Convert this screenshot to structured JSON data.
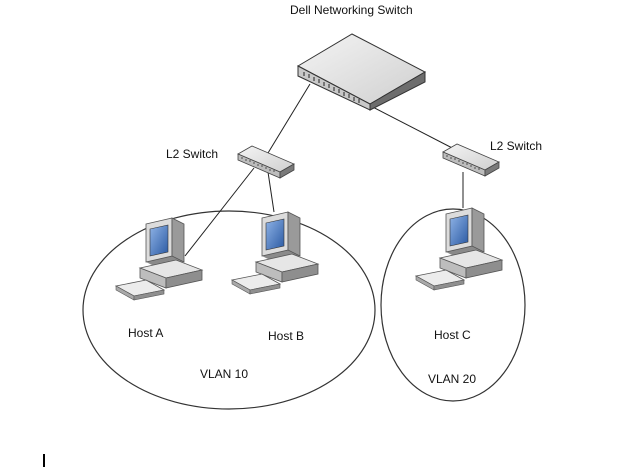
{
  "diagram": {
    "core_switch": {
      "label": "Dell Networking Switch",
      "icon": "network-switch-icon"
    },
    "l2_switches": [
      {
        "label": "L2 Switch",
        "icon": "l2-switch-icon"
      },
      {
        "label": "L2 Switch",
        "icon": "l2-switch-icon"
      }
    ],
    "hosts": [
      {
        "label": "Host A",
        "icon": "desktop-computer-icon"
      },
      {
        "label": "Host B",
        "icon": "desktop-computer-icon"
      },
      {
        "label": "Host C",
        "icon": "desktop-computer-icon"
      }
    ],
    "vlans": [
      {
        "label": "VLAN 10"
      },
      {
        "label": "VLAN 20"
      }
    ]
  },
  "colors": {
    "line": "#222222",
    "device_light": "#e8e8e8",
    "device_dark": "#6f6f6f",
    "screen": "#3f6fb5"
  }
}
